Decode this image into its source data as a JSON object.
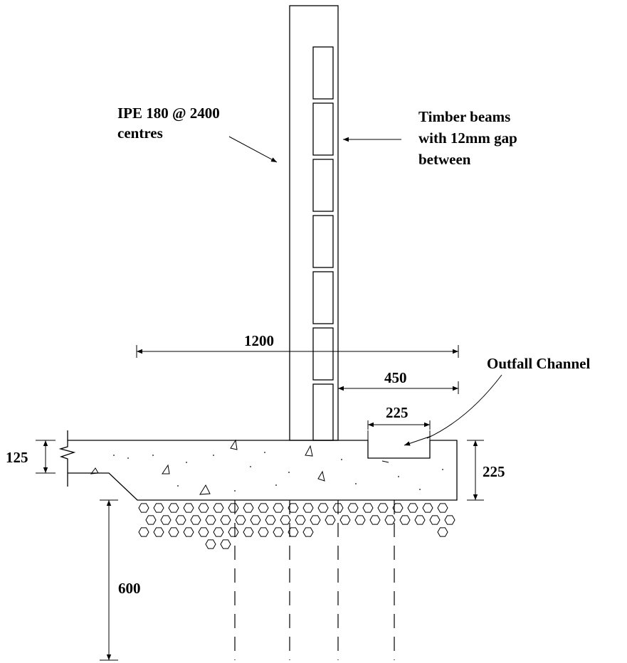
{
  "labels": {
    "column_line1": "IPE 180 @ 2400",
    "column_line2": "centres",
    "timber_line1": "Timber beams",
    "timber_line2": "with 12mm gap",
    "timber_line3": "between",
    "outfall": "Outfall Channel"
  },
  "dimensions": {
    "total_width": "1200",
    "right_width": "450",
    "channel_width": "225",
    "slab_thickness": "125",
    "base_thickness": "225",
    "pile_depth": "600"
  }
}
